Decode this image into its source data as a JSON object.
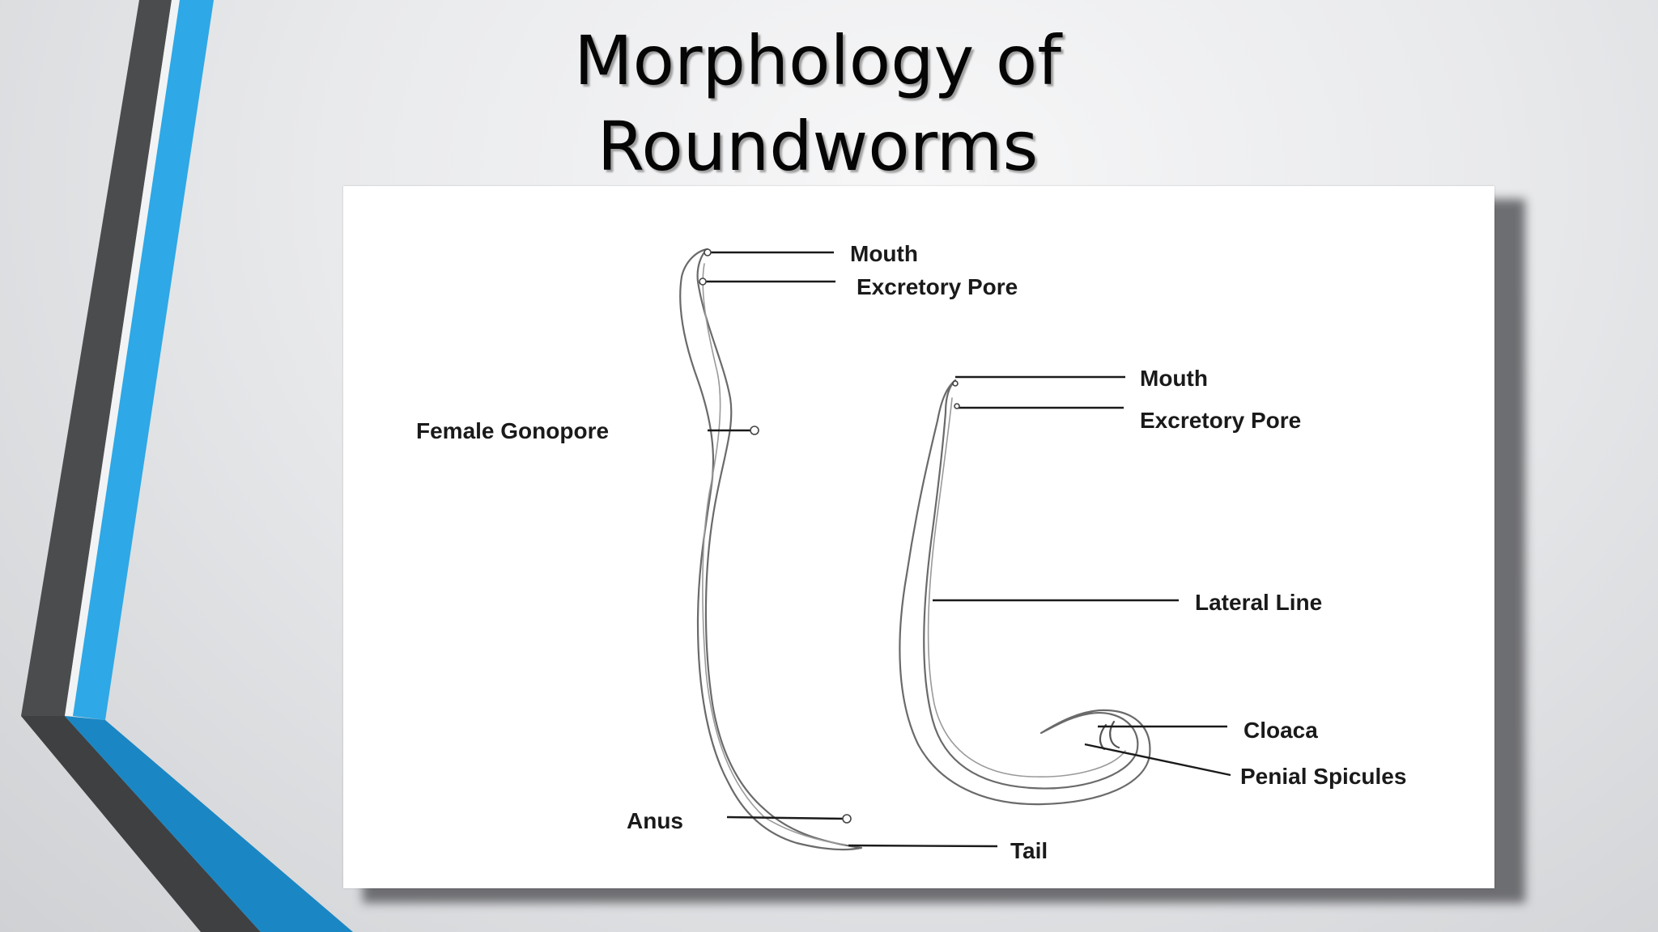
{
  "slide": {
    "title_line1": "Morphology of",
    "title_line2": "Roundworms",
    "accent_color": "#2ea8e6",
    "dark_color": "#4a4b4d"
  },
  "diagram": {
    "female": {
      "mouth": "Mouth",
      "excretory_pore": "Excretory Pore",
      "female_gonopore": "Female Gonopore",
      "anus": "Anus",
      "tail": "Tail"
    },
    "male": {
      "mouth": "Mouth",
      "excretory_pore": "Excretory Pore",
      "lateral_line": "Lateral Line",
      "cloaca": "Cloaca",
      "penial_spicules": "Penial Spicules"
    }
  }
}
